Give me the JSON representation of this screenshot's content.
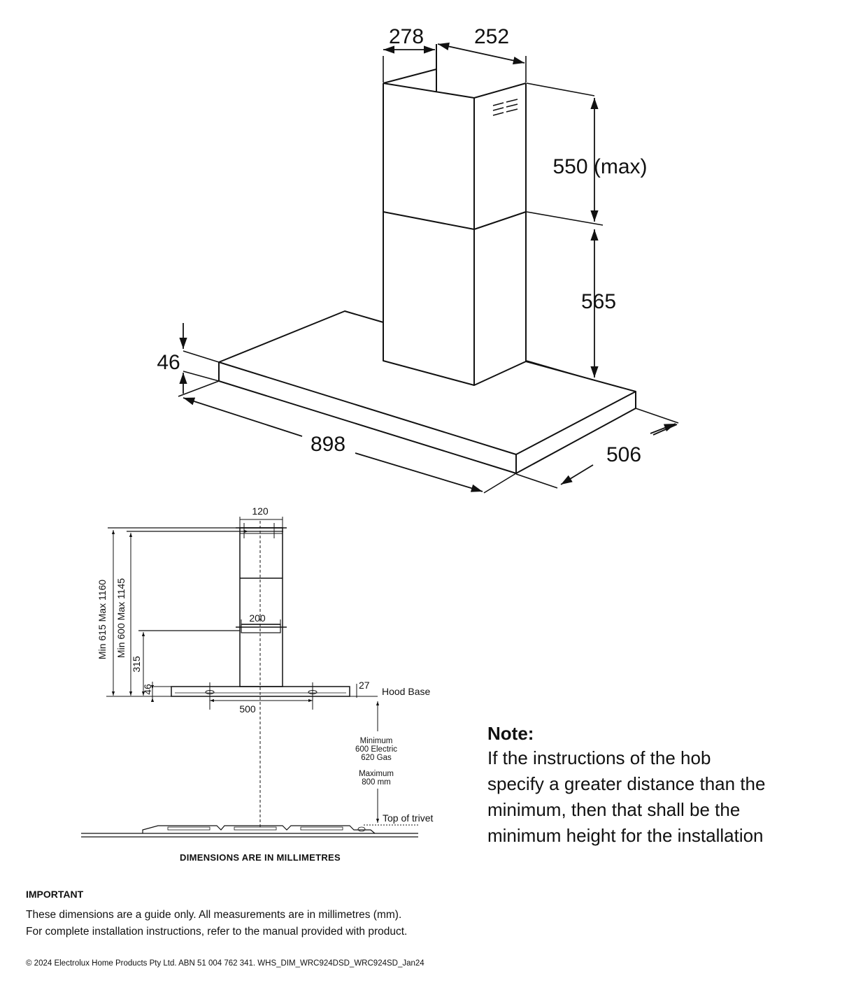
{
  "dimensions": {
    "chimney_depth": "278",
    "chimney_width": "252",
    "upper_chimney_height": "550 (max)",
    "lower_chimney_height": "565",
    "canopy_thickness": "46",
    "canopy_width": "898",
    "canopy_depth": "506"
  },
  "side_view": {
    "top_width": "120",
    "mid_width": "200",
    "left_outer": "Min 615 Max 1160",
    "left_inner": "Min 600 Max 1145",
    "height_315": "315",
    "height_46": "46",
    "base_27": "27",
    "hood_base": "Hood Base",
    "base_width": "500",
    "clearance_lines": [
      "Minimum",
      "600 Electric",
      "620 Gas"
    ],
    "maximum_lines": [
      "Maximum",
      "800 mm"
    ],
    "top_of_trivet": "Top of trivet"
  },
  "caption": "DIMENSIONS ARE IN MILLIMETRES",
  "note": {
    "title": "Note:",
    "lines": [
      "If the instructions of the hob",
      "specify a greater distance than the",
      "minimum, then that shall be the",
      "minimum height for the installation"
    ]
  },
  "important": {
    "title": "IMPORTANT",
    "lines": [
      "These dimensions are a guide only. All measurements are in millimetres (mm).",
      "For complete installation instructions, refer to the manual provided with product."
    ]
  },
  "footer": "© 2024 Electrolux Home Products Pty Ltd. ABN 51 004 762 341. WHS_DIM_WRC924DSD_WRC924SD_Jan24"
}
